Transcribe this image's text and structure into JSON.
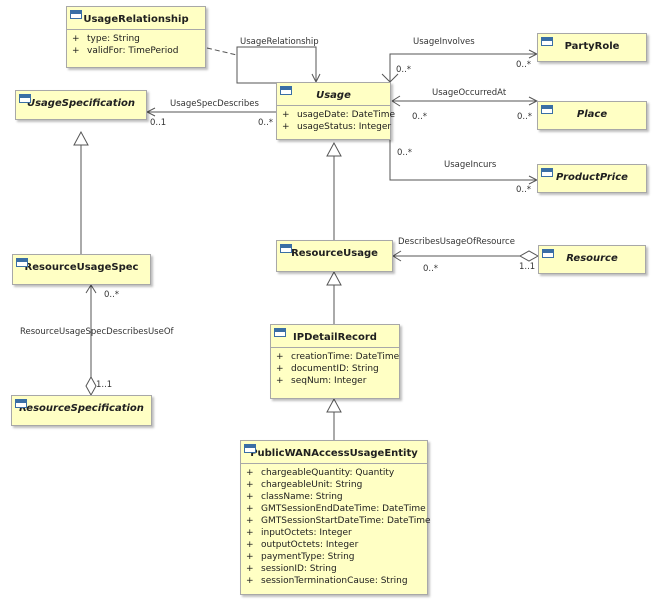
{
  "classes": {
    "usage_relationship": {
      "name": "UsageRelationship",
      "attributes": [
        {
          "vis": "+",
          "text": "type: String"
        },
        {
          "vis": "+",
          "text": "validFor: TimePeriod"
        }
      ]
    },
    "usage_specification": {
      "name": "UsageSpecification"
    },
    "usage": {
      "name": "Usage",
      "attributes": [
        {
          "vis": "+",
          "text": "usageDate: DateTime"
        },
        {
          "vis": "+",
          "text": "usageStatus: Integer"
        }
      ]
    },
    "party_role": {
      "name": "PartyRole"
    },
    "place": {
      "name": "Place"
    },
    "product_price": {
      "name": "ProductPrice"
    },
    "resource_usage_spec": {
      "name": "ResourceUsageSpec"
    },
    "resource_usage": {
      "name": "ResourceUsage"
    },
    "resource": {
      "name": "Resource"
    },
    "ip_detail_record": {
      "name": "IPDetailRecord",
      "attributes": [
        {
          "vis": "+",
          "text": "creationTime: DateTime"
        },
        {
          "vis": "+",
          "text": "documentID: String"
        },
        {
          "vis": "+",
          "text": "seqNum: Integer"
        }
      ]
    },
    "resource_specification": {
      "name": "ResourceSpecification"
    },
    "public_wan": {
      "name": "PublicWANAccessUsageEntity",
      "attributes": [
        {
          "vis": "+",
          "text": "chargeableQuantity: Quantity"
        },
        {
          "vis": "+",
          "text": "chargeableUnit: String"
        },
        {
          "vis": "+",
          "text": "className: String"
        },
        {
          "vis": "+",
          "text": "GMTSessionEndDateTime: DateTime"
        },
        {
          "vis": "+",
          "text": "GMTSessionStartDateTime: DateTime"
        },
        {
          "vis": "+",
          "text": "inputOctets: Integer"
        },
        {
          "vis": "+",
          "text": "outputOctets: Integer"
        },
        {
          "vis": "+",
          "text": "paymentType: String"
        },
        {
          "vis": "+",
          "text": "sessionID: String"
        },
        {
          "vis": "+",
          "text": "sessionTerminationCause: String"
        }
      ]
    }
  },
  "associations": {
    "usage_relationship": "UsageRelationship",
    "usage_involves": "UsageInvolves",
    "usage_occurred_at": "UsageOccurredAt",
    "usage_incurs": "UsageIncurs",
    "usage_spec_describes": "UsageSpecDescribes",
    "describes_usage_of_resource": "DescribesUsageOfResource",
    "resource_usage_spec_describes_use_of": "ResourceUsageSpecDescribesUseOf"
  },
  "multiplicities": {
    "involves_usage": "0..*",
    "involves_party": "0..*",
    "occurred_usage": "0..*",
    "occurred_place": "0..*",
    "incurs_usage": "0..*",
    "incurs_price": "0..*",
    "spec_describes_spec": "0..1",
    "spec_describes_usage": "0..*",
    "resource_usage_end": "0..*",
    "resource_end": "1..1",
    "rus_end": "0..*",
    "rspec_end": "1..1"
  },
  "colors": {
    "class_fill": "#ffffc4",
    "class_border": "#a8a8a8",
    "line": "#555555"
  }
}
